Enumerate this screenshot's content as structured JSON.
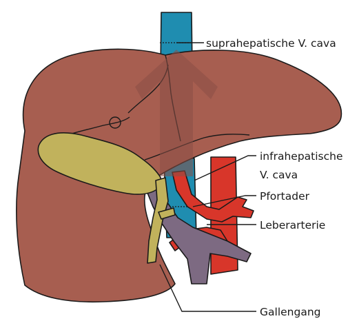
{
  "labels": {
    "suprahepatic_vena_cava": "suprahepatische V. cava",
    "infrahepatic_vena_cava_line1": "infrahepatische",
    "infrahepatic_vena_cava_line2": "V. cava",
    "portal_vein": "Pfortader",
    "hepatic_artery": "Leberarterie",
    "bile_duct": "Gallengang"
  },
  "colors": {
    "liver": "#a75e50",
    "vena_cava": "#1f8db0",
    "artery": "#d8362a",
    "portal_vein": "#7d6a82",
    "gallbladder": "#c1b25c",
    "arrow": "#8a4e45",
    "outline": "#1a1a1a"
  }
}
